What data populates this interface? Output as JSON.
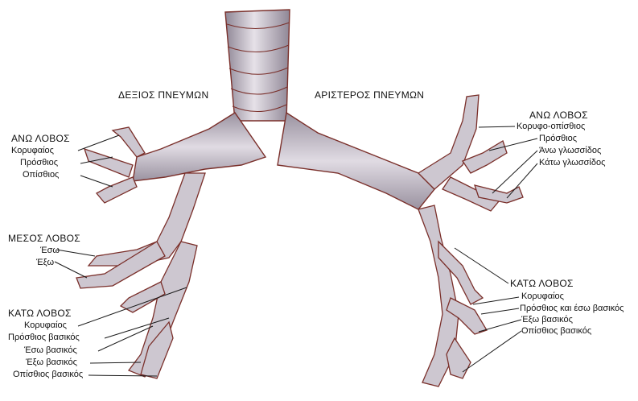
{
  "headings": {
    "right_lung": "ΔΕΞΙΟΣ ΠΝΕΥΜΩΝ",
    "left_lung": "ΑΡΙΣΤΕΡΟΣ ΠΝΕΥΜΩΝ"
  },
  "right": {
    "upper_lobe": "ΑΝΩ ΛΟΒΟΣ",
    "upper_apical": "Κορυφαίος",
    "upper_anterior": "Πρόσθιος",
    "upper_posterior": "Οπίσθιος",
    "middle_lobe": "ΜΕΣΟΣ ΛΟΒΟΣ",
    "middle_medial": "Έσω",
    "middle_lateral": "Έξω",
    "lower_lobe": "ΚΑΤΩ ΛΟΒΟΣ",
    "lower_apical": "Κορυφαίος",
    "lower_anterior_basal": "Πρόσθιος βασικός",
    "lower_medial_basal": "Έσω βασικός",
    "lower_lateral_basal": "Έξω βασικός",
    "lower_posterior_basal": "Οπίσθιος βασικός"
  },
  "left": {
    "upper_lobe": "ΑΝΩ ΛΟΒΟΣ",
    "upper_apicoposterior": "Κορυφο-οπίσθιος",
    "upper_anterior": "Πρόσθιος",
    "upper_lingular_superior": "Άνω γλωσσίδος",
    "upper_lingular_inferior": "Κάτω γλωσσίδος",
    "lower_lobe": "ΚΑΤΩ ΛΟΒΟΣ",
    "lower_apical": "Κορυφαίος",
    "lower_anteromedial_basal": "Πρόσθιος  και έσω βασικός",
    "lower_lateral_basal": "Έξω βασικός",
    "lower_posterior_basal": "Οπίσθιος βασικός"
  },
  "colors": {
    "airway_fill": "#c9c3cc",
    "airway_shade": "#8f8796",
    "cartilage_ring": "#e2dde4",
    "outline": "#7a2f2a",
    "leader": "#1a1a1a"
  }
}
